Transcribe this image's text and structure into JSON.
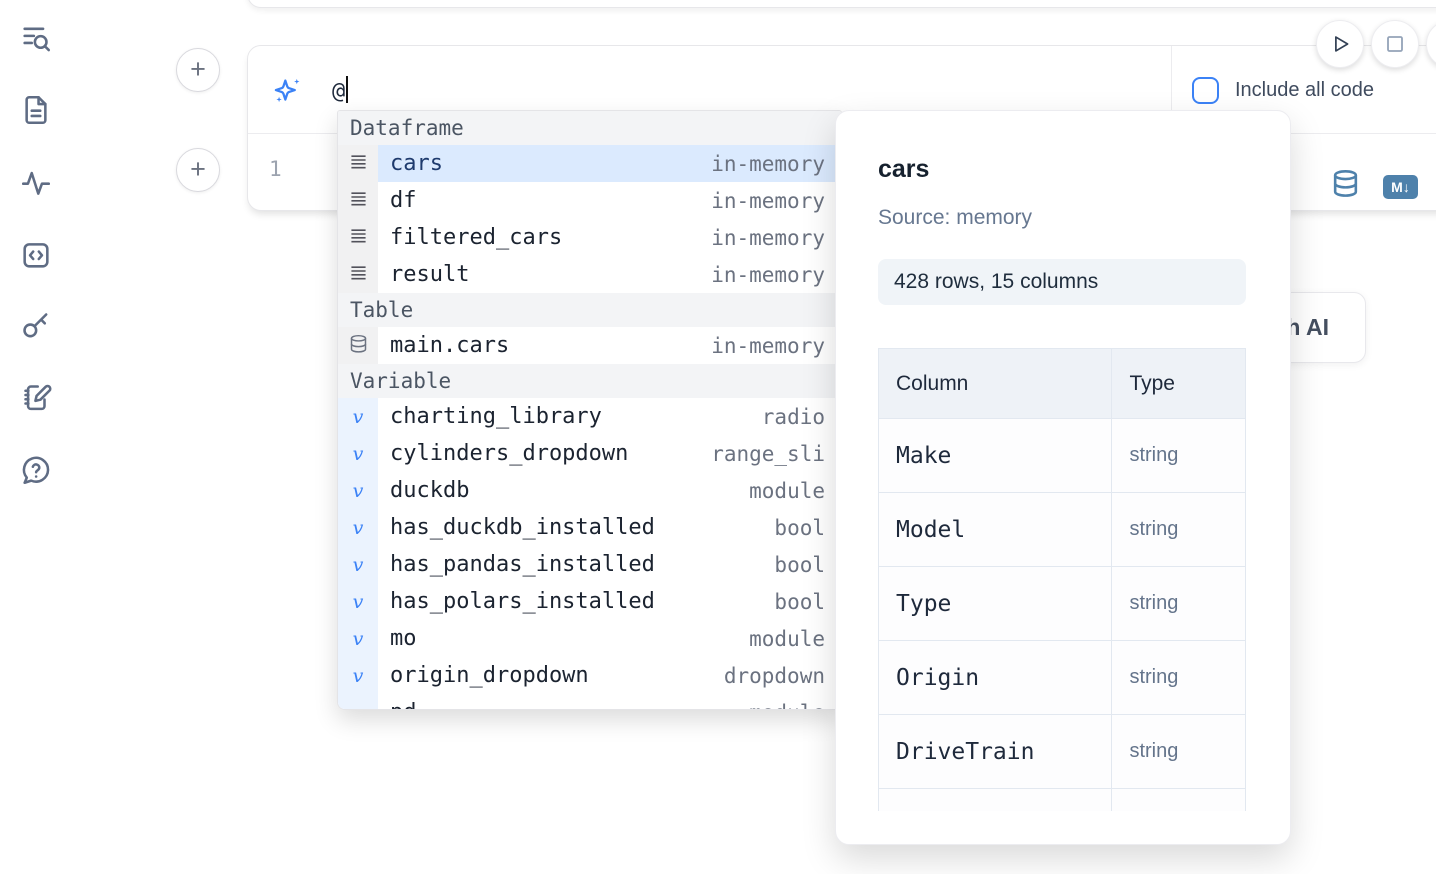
{
  "colors": {
    "accent_blue": "#3b82f6",
    "steel_blue": "#4e81ab",
    "selected_row_bg": "#dbeafe",
    "badge_bg": "#f0f4f8"
  },
  "sidebar": {
    "icons": [
      "list-search-icon",
      "file-text-icon",
      "activity-icon",
      "code-box-icon",
      "key-icon",
      "notebook-pen-icon",
      "help-chat-icon"
    ]
  },
  "runbar": {
    "include_all_code": "Include all code",
    "buttons": [
      "run-cell-button",
      "stop-button",
      "more-button-clipped"
    ]
  },
  "ai_prompt": {
    "value": "@"
  },
  "cell": {
    "line_number": "1",
    "markdown_badge": "M↓",
    "tools": [
      "database-icon",
      "markdown-icon"
    ]
  },
  "hidden_button": {
    "visible_label": "h AI"
  },
  "autocomplete": {
    "sections": [
      {
        "label": "Dataframe",
        "kind": "dataframe",
        "icon": "dataframe-rows-icon",
        "items": [
          {
            "name": "cars",
            "type": "in-memory",
            "selected": true
          },
          {
            "name": "df",
            "type": "in-memory"
          },
          {
            "name": "filtered_cars",
            "type": "in-memory"
          },
          {
            "name": "result",
            "type": "in-memory"
          }
        ]
      },
      {
        "label": "Table",
        "kind": "table",
        "icon": "database-icon",
        "items": [
          {
            "name": "main.cars",
            "type": "in-memory"
          }
        ]
      },
      {
        "label": "Variable",
        "kind": "variable",
        "icon": "variable-v-icon",
        "items": [
          {
            "name": "charting_library",
            "type": "radio"
          },
          {
            "name": "cylinders_dropdown",
            "type": "range_sli"
          },
          {
            "name": "duckdb",
            "type": "module"
          },
          {
            "name": "has_duckdb_installed",
            "type": "bool"
          },
          {
            "name": "has_pandas_installed",
            "type": "bool"
          },
          {
            "name": "has_polars_installed",
            "type": "bool"
          },
          {
            "name": "mo",
            "type": "module"
          },
          {
            "name": "origin_dropdown",
            "type": "dropdown"
          },
          {
            "name": "pd",
            "type": "module",
            "clipped": true
          }
        ]
      }
    ]
  },
  "preview": {
    "title": "cars",
    "source": "Source: memory",
    "shape_badge": "428 rows, 15 columns",
    "table": {
      "headers": [
        "Column",
        "Type"
      ],
      "rows": [
        [
          "Make",
          "string"
        ],
        [
          "Model",
          "string"
        ],
        [
          "Type",
          "string"
        ],
        [
          "Origin",
          "string"
        ],
        [
          "DriveTrain",
          "string"
        ]
      ],
      "partial_empty_row": true
    }
  }
}
